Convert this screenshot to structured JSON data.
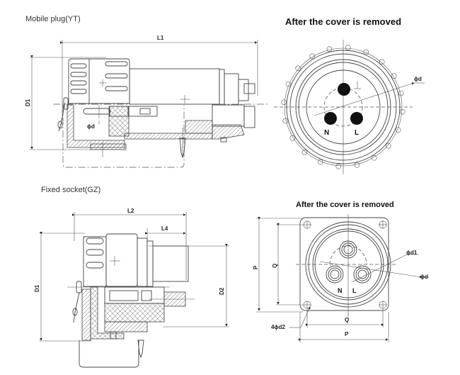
{
  "sections": {
    "mobile_plug": {
      "title": "Mobile plug(YT)",
      "side_view": {
        "dim_length": "L1",
        "dim_diameter": "D1",
        "dim_pin": "ϕd"
      },
      "front_view": {
        "title": "After the cover is removed",
        "dim_pin_circle": "ϕd",
        "pin_labels": [
          "N",
          "L"
        ]
      }
    },
    "fixed_socket": {
      "title": "Fixed socket(GZ)",
      "side_view": {
        "dim_length": "L2",
        "dim_length_short": "L4",
        "dim_diameter": "D1",
        "dim_diameter_2": "D2"
      },
      "front_view": {
        "title": "After the cover is removed",
        "dim_outer": "P",
        "dim_holes": "Q",
        "dim_outer_h": "P",
        "dim_holes_h": "Q",
        "dim_pin_circle": "ϕd",
        "dim_pin": "ϕd1",
        "dim_mount_holes": "4ϕd2",
        "pin_labels": [
          "N",
          "L"
        ]
      }
    }
  },
  "colors": {
    "line": "#444444",
    "text": "#222222",
    "pin_fill": "#111111"
  }
}
